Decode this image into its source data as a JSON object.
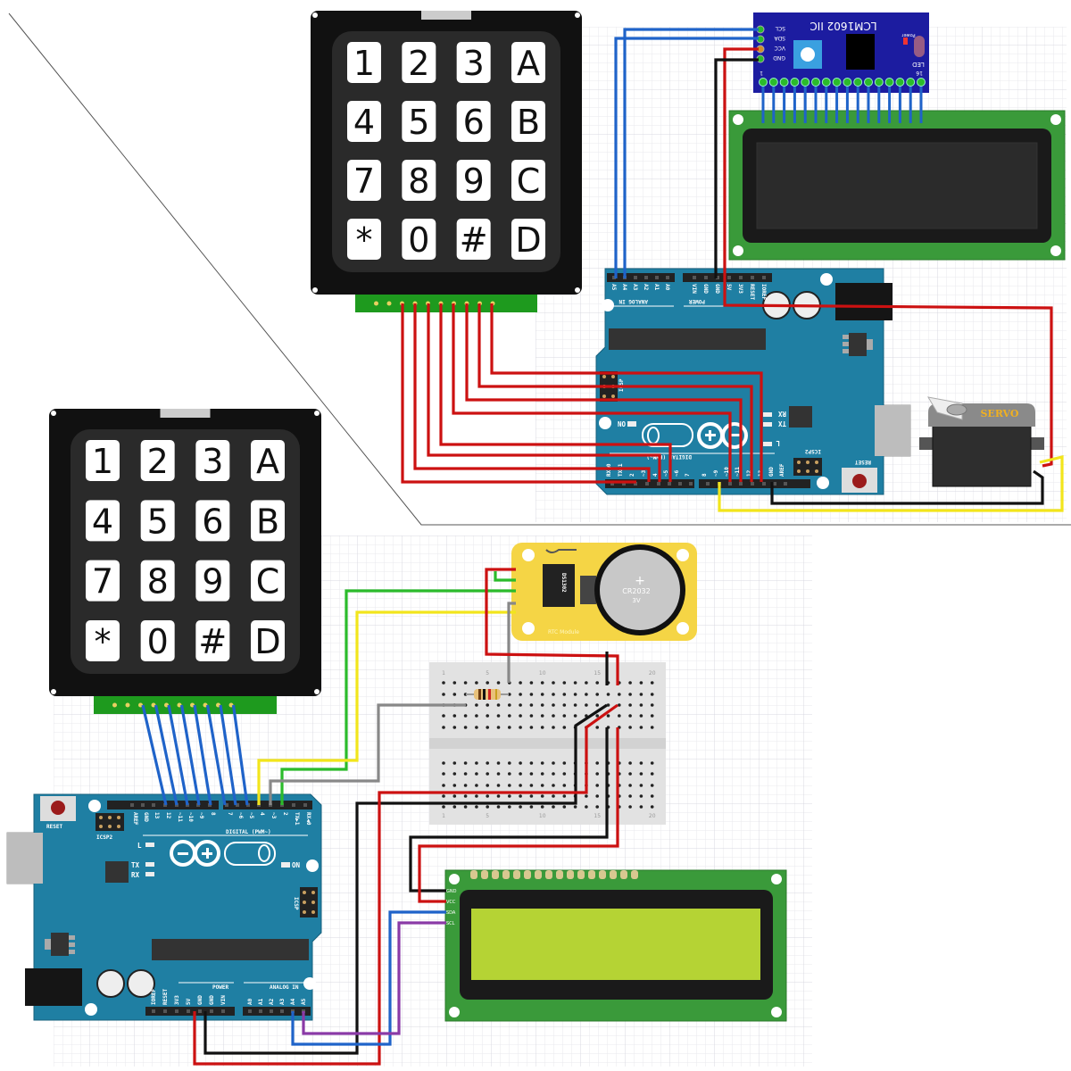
{
  "keypad": {
    "keys": [
      "1",
      "2",
      "3",
      "A",
      "4",
      "5",
      "6",
      "B",
      "7",
      "8",
      "9",
      "C",
      "*",
      "0",
      "#",
      "D"
    ]
  },
  "i2c_module": {
    "title": "LCM1602 IIC",
    "pins": [
      "SCL",
      "SDA",
      "VCC",
      "GND"
    ],
    "led_label": "LED",
    "power_label": "Power",
    "pin_first": "1",
    "pin_last": "16"
  },
  "servo": {
    "label": "SERVO"
  },
  "rtc": {
    "chip": "DS1302",
    "battery": "CR2032",
    "battery_voltage": "3V",
    "battery_symbol": "+",
    "module_label": "RTC Module"
  },
  "lcd_bottom": {
    "pins": [
      "GND",
      "VCC",
      "SDA",
      "SCL"
    ]
  },
  "breadboard": {
    "column_numbers": [
      "1",
      "5",
      "10",
      "15",
      "20"
    ]
  },
  "arduino": {
    "reset": "RESET",
    "icsp2": "ICSP2",
    "icsp": "ICSP",
    "digital": "DIGITAL (PWM~)",
    "power": "POWER",
    "analog_in": "ANALOG IN",
    "l": "L",
    "tx": "TX",
    "rx": "RX",
    "on": "ON",
    "digital_pins": [
      "AREF",
      "GND",
      "13",
      "12",
      "~11",
      "~10",
      "~9",
      "8",
      "7",
      "~6",
      "~5",
      "4",
      "~3",
      "2",
      "TX▶1",
      "RX◀0"
    ],
    "power_pins": [
      "IOREF",
      "RESET",
      "3V3",
      "5V",
      "GND",
      "GND",
      "VIN"
    ],
    "analog_pins": [
      "A0",
      "A1",
      "A2",
      "A3",
      "A4",
      "A5"
    ]
  },
  "colors": {
    "arduino_board": "#1f7fa3",
    "keypad_body": "#111111",
    "lcd_pcb": "#3a9a3a",
    "lcd_screen_bottom": "#b5d334",
    "i2c_board": "#1c1ca0",
    "rtc_board": "#f5d545",
    "wire_red": "#cc1111",
    "wire_black": "#111111",
    "wire_blue": "#1f63c9",
    "wire_green": "#2bbb2b",
    "wire_yellow": "#f2e51c",
    "wire_gray": "#888888",
    "wire_purple": "#8a3aa6"
  }
}
